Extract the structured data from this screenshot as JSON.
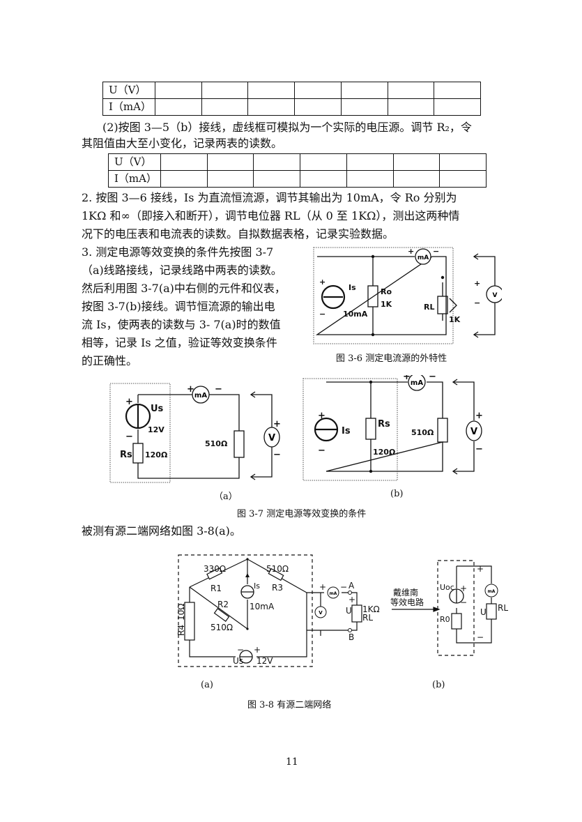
{
  "table1": {
    "rows": [
      {
        "label": "U（V）"
      },
      {
        "label": "I（mA）"
      }
    ]
  },
  "para1": {
    "l1": "(2)按图 3—5（b）接线，虚线框可模拟为一个实际的电压源。调节 R₂，令",
    "l2": "其阻值由大至小变化，记录两表的读数。"
  },
  "table2": {
    "rows": [
      {
        "label": "U（V）"
      },
      {
        "label": "I（mA）"
      }
    ]
  },
  "para2": {
    "l1": "2. 按图 3—6 接线，Is 为直流恒流源，调节其输出为 10mA，令 Ro 分别为",
    "l2": "1KΩ 和∞（即接入和断开），调节电位器 RL（从 0 至 1KΩ），测出这两种情",
    "l3": "况下的电压表和电流表的读数。自拟数据表格，记录实验数据。"
  },
  "para3": {
    "l1": "3. 测定电源等效变换的条件先按图 3-7",
    "l2": "（a)线路接线，记录线路中两表的读数。",
    "l3": "然后利用图 3-7(a)中右侧的元件和仪表，",
    "l4": "按图 3-7(b)接线。调节恒流源的输出电",
    "l5": "流 Is，使两表的读数与 3- 7(a)时的数值",
    "l6": "相等，记录 Is 之值，验证等效变换条件",
    "l7": "的正确性。"
  },
  "fig36": {
    "caption": "图 3-6 测定电流源的外特性",
    "is_label": "Is",
    "is_value": "10mA",
    "ro_label": "Ro",
    "ro_value": "1K",
    "rl_label": "RL",
    "rl_value": "1K",
    "ammeter": "mA",
    "voltmeter": "V"
  },
  "fig37": {
    "caption": "图 3-7 测定电源等效变换的条件",
    "a_label": "（a）",
    "b_label": "(b)",
    "us_label": "Us",
    "us_value": "12V",
    "rs_label": "Rs",
    "rs_value": "120Ω",
    "rl_value": "510Ω",
    "is_label": "Is",
    "ammeter": "mA",
    "voltmeter": "V"
  },
  "para4": "被测有源二端网络如图 3-8(a)。",
  "fig38": {
    "caption": "图 3-8 有源二端网络",
    "a_label": "(a)",
    "b_label": "(b)",
    "r1_value": "330Ω",
    "r1_label": "R1",
    "r3_value": "510Ω",
    "r3_label": "R3",
    "r2_label": "R2",
    "r2_value": "510Ω",
    "r4_label": "R4",
    "r4_value": "10Ω",
    "is_label": "Is",
    "is_value": "10mA",
    "us_label": "Us",
    "us_value": "12V",
    "a_node": "A",
    "b_node": "B",
    "u_label": "U",
    "rl_label": "RL",
    "rl_value": "1KΩ",
    "arrow_l1": "戴维南",
    "arrow_l2": "等效电路",
    "uoc_label": "Uoc",
    "r0_label": "R0",
    "ammeter": "mA",
    "voltmeter": "V"
  },
  "page_number": "11"
}
